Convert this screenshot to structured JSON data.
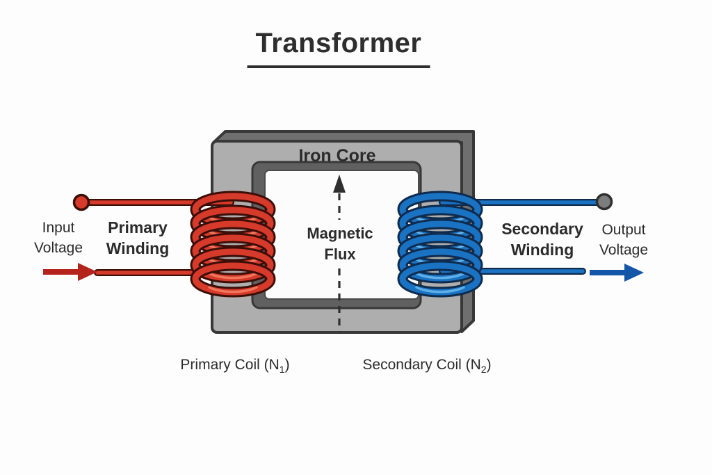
{
  "title": "Transformer",
  "core": {
    "label": "Iron Core"
  },
  "flux": {
    "line1": "Magnetic",
    "line2": "Flux"
  },
  "left": {
    "input_line1": "Input",
    "input_line2": "Voltage",
    "winding_line1": "Primary",
    "winding_line2": "Winding",
    "coil_caption": {
      "text": "Primary Coil (N",
      "sub": "1",
      "suffix": ")"
    }
  },
  "right": {
    "output_line1": "Output",
    "output_line2": "Voltage",
    "winding_line1": "Secondary",
    "winding_line2": "Winding",
    "coil_caption": {
      "text": "Secondary Coil (N",
      "sub": "2",
      "suffix": ")"
    }
  },
  "colors": {
    "primary_coil": "#d63a2a",
    "secondary_coil": "#1a72c2",
    "input_arrow": "#b5231d",
    "output_arrow": "#1456a8",
    "core_face": "#aeaeae",
    "core_side": "#6f6f6f",
    "ink": "#2e2e2e"
  }
}
